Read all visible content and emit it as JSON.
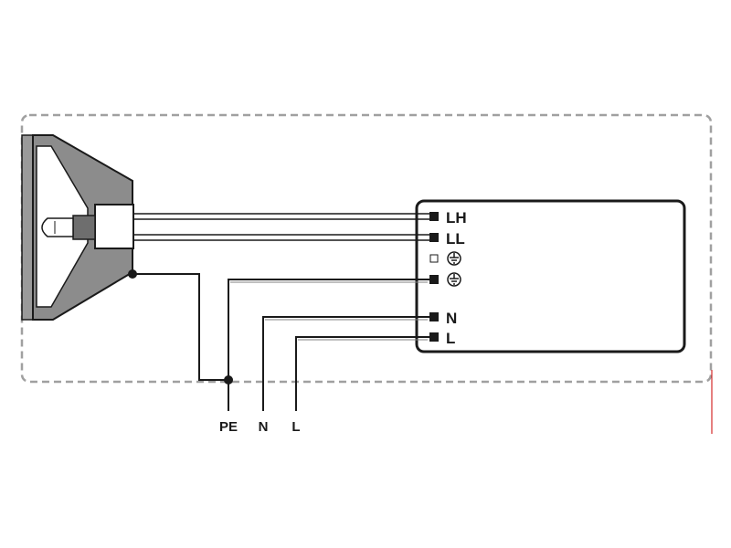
{
  "terminals": {
    "lh": "LH",
    "ll": "LL",
    "n": "N",
    "l": "L"
  },
  "external": {
    "pe": "PE",
    "n": "N",
    "l": "L"
  },
  "icons": {
    "terminal_3": "earth-symbol-boxed-icon",
    "terminal_4": "earth-symbol-icon"
  },
  "colors": {
    "line": "#1a1a1a",
    "wire_gray": "#808080",
    "lamp_body": "#8c8c8c",
    "dashed_border": "#999999",
    "edge_accent": "#cc0000"
  }
}
